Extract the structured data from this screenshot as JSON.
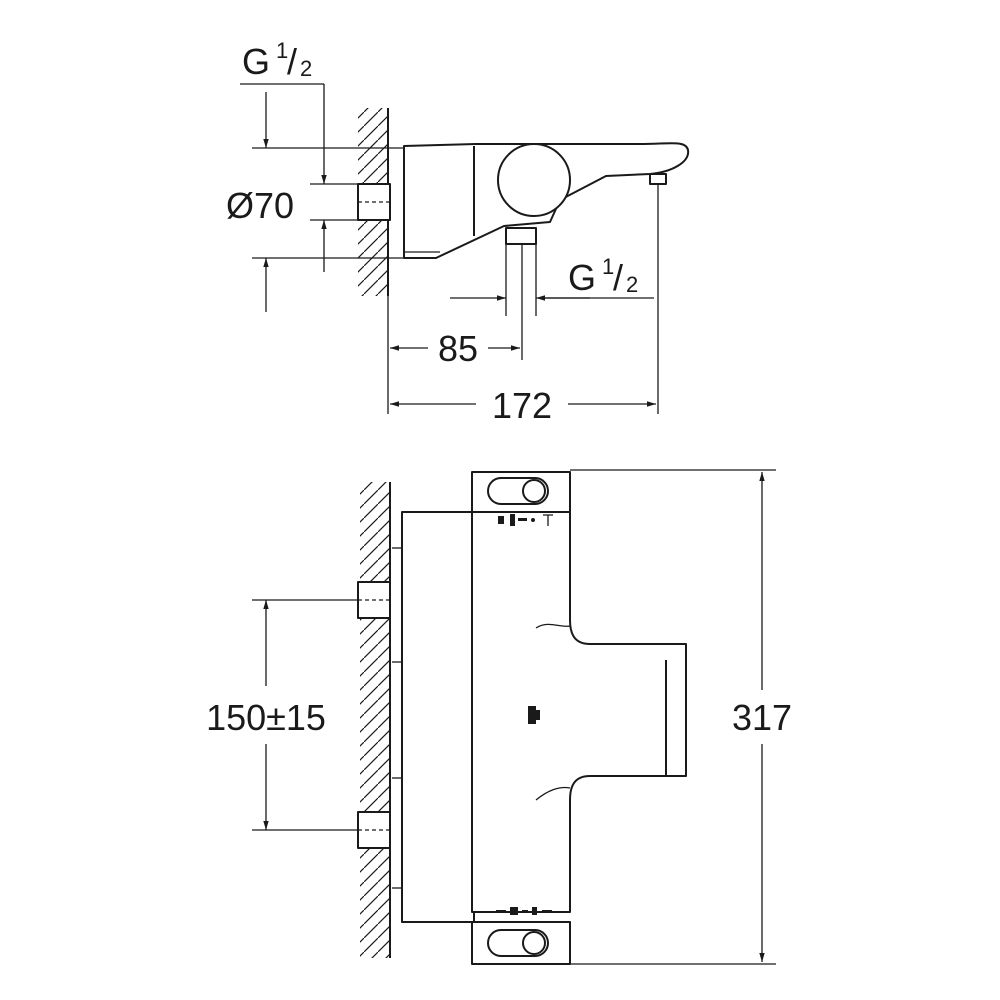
{
  "side_view": {
    "inlet_thread": {
      "main": "G",
      "num": "1",
      "den": "2"
    },
    "outlet_thread": {
      "main": "G",
      "num": "1",
      "den": "2"
    },
    "escutcheon_diameter": "Ø70",
    "outlet_distance": "85",
    "projection_depth": "172"
  },
  "front_view": {
    "inlet_spacing": "150±15",
    "overall_height": "317"
  }
}
